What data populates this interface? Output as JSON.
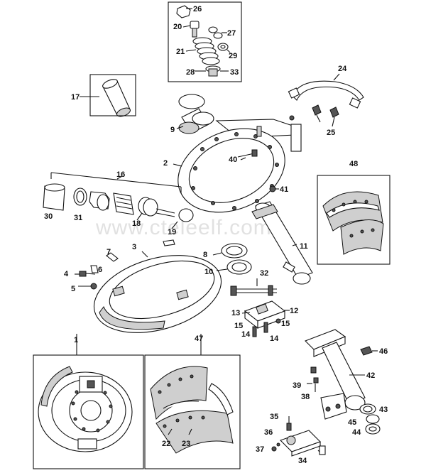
{
  "watermark": "www.cteleelf.com",
  "callouts": [
    {
      "id": "c1",
      "text": "1"
    },
    {
      "id": "c2",
      "text": "2"
    },
    {
      "id": "c3",
      "text": "3"
    },
    {
      "id": "c4",
      "text": "4"
    },
    {
      "id": "c5",
      "text": "5"
    },
    {
      "id": "c6",
      "text": "6"
    },
    {
      "id": "c7",
      "text": "7"
    },
    {
      "id": "c8",
      "text": "8"
    },
    {
      "id": "c9",
      "text": "9"
    },
    {
      "id": "c10",
      "text": "10"
    },
    {
      "id": "c11",
      "text": "11"
    },
    {
      "id": "c12",
      "text": "12"
    },
    {
      "id": "c13",
      "text": "13"
    },
    {
      "id": "c14a",
      "text": "14"
    },
    {
      "id": "c14b",
      "text": "14"
    },
    {
      "id": "c15a",
      "text": "15"
    },
    {
      "id": "c15b",
      "text": "15"
    },
    {
      "id": "c16",
      "text": "16"
    },
    {
      "id": "c17",
      "text": "17"
    },
    {
      "id": "c18",
      "text": "18"
    },
    {
      "id": "c19",
      "text": "19"
    },
    {
      "id": "c20",
      "text": "20"
    },
    {
      "id": "c21",
      "text": "21"
    },
    {
      "id": "c22",
      "text": "22"
    },
    {
      "id": "c23",
      "text": "23"
    },
    {
      "id": "c24",
      "text": "24"
    },
    {
      "id": "c25",
      "text": "25"
    },
    {
      "id": "c26",
      "text": "26"
    },
    {
      "id": "c27",
      "text": "27"
    },
    {
      "id": "c28",
      "text": "28"
    },
    {
      "id": "c29",
      "text": "29"
    },
    {
      "id": "c30",
      "text": "30"
    },
    {
      "id": "c31",
      "text": "31"
    },
    {
      "id": "c32",
      "text": "32"
    },
    {
      "id": "c33",
      "text": "33"
    },
    {
      "id": "c34",
      "text": "34"
    },
    {
      "id": "c35",
      "text": "35"
    },
    {
      "id": "c36",
      "text": "36"
    },
    {
      "id": "c37",
      "text": "37"
    },
    {
      "id": "c38",
      "text": "38"
    },
    {
      "id": "c39",
      "text": "39"
    },
    {
      "id": "c40",
      "text": "40"
    },
    {
      "id": "c41",
      "text": "41"
    },
    {
      "id": "c42",
      "text": "42"
    },
    {
      "id": "c43",
      "text": "43"
    },
    {
      "id": "c44",
      "text": "44"
    },
    {
      "id": "c45",
      "text": "45"
    },
    {
      "id": "c46",
      "text": "46"
    },
    {
      "id": "c47",
      "text": "47"
    },
    {
      "id": "c48",
      "text": "48"
    }
  ]
}
